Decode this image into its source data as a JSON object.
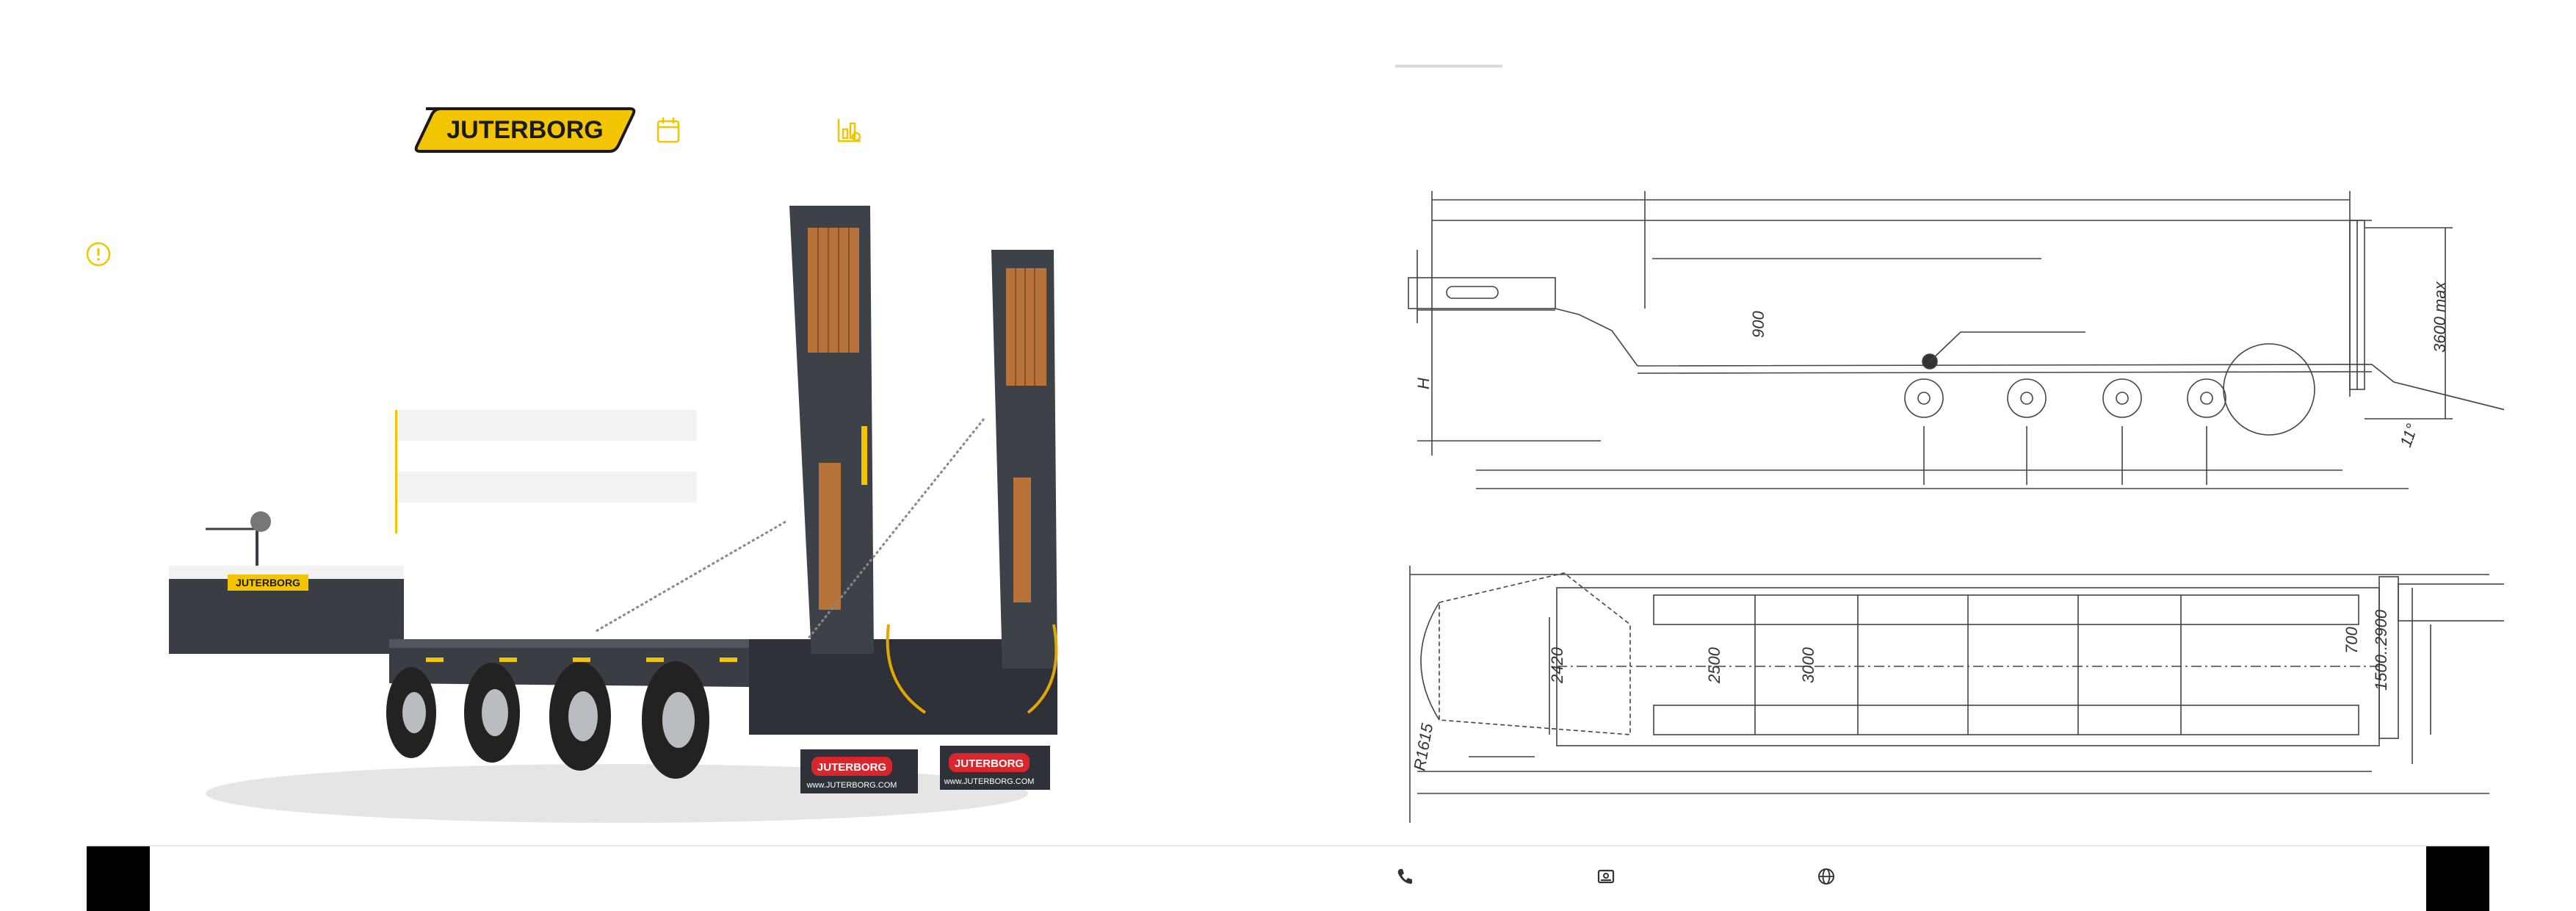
{
  "brand": {
    "logo_text": "JUTERBORG",
    "accent_color": "#f2c500",
    "dark_color": "#2e3238",
    "red_color": "#d9262c"
  },
  "header": {
    "icons": [
      "calendar-icon",
      "chart-icon"
    ]
  },
  "sidebar": {
    "icons": [
      "info-icon"
    ]
  },
  "trailer": {
    "mudflap_text": "JUTERBORG",
    "site_text": "www.JUTERBORG.COM"
  },
  "drawing": {
    "side_view": {
      "dim_900": "900",
      "dim_H": "H",
      "dim_3600": "3600 max",
      "dim_11": "11°"
    },
    "top_view": {
      "dim_2420": "2420",
      "dim_2500": "2500",
      "dim_3000": "3000",
      "dim_700": "700",
      "dim_1500_2900": "1500..2900",
      "dim_R1615": "R1615"
    }
  },
  "footer": {
    "icons": [
      "phone-icon",
      "mail-icon",
      "globe-icon"
    ]
  }
}
